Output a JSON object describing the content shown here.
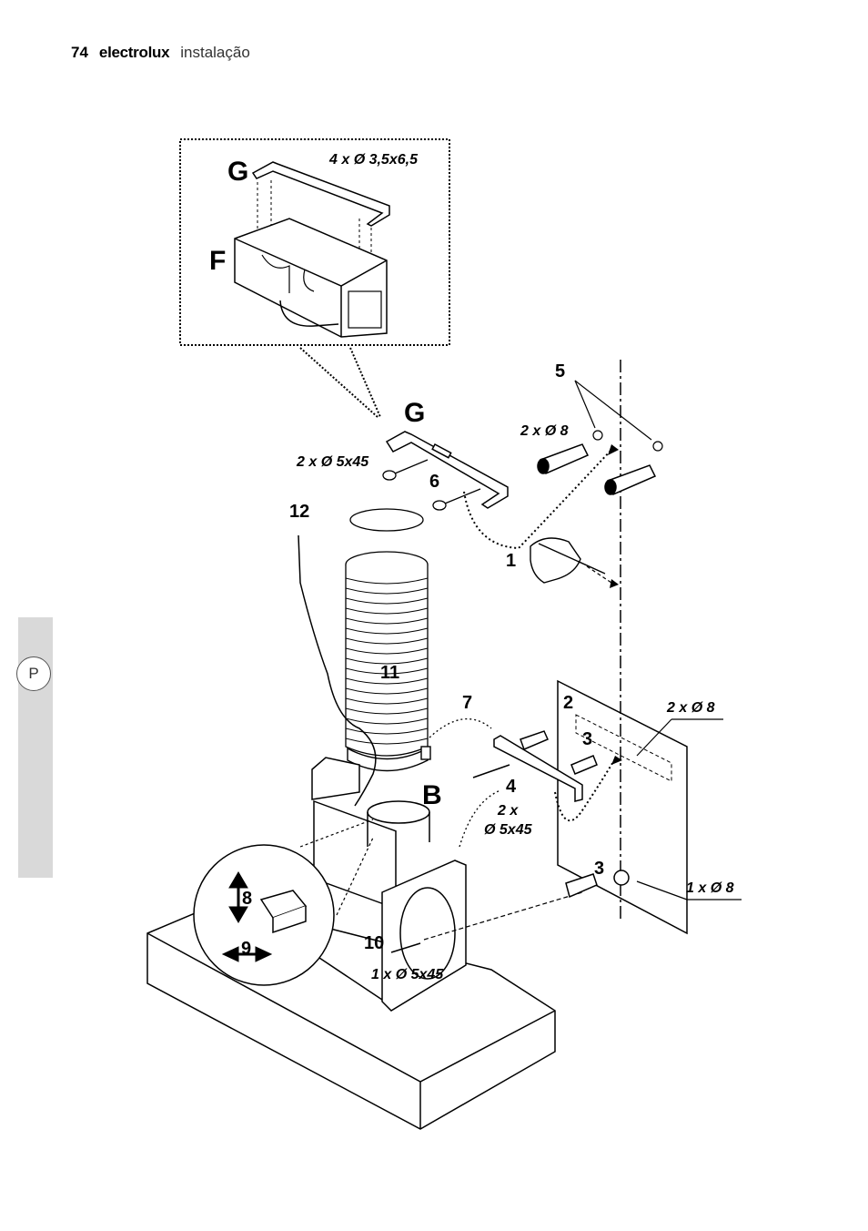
{
  "header": {
    "page_number": "74",
    "brand": "electrolux",
    "section": "instalação"
  },
  "side_tab": {
    "language": "P"
  },
  "diagram": {
    "labels": {
      "G_top": "G",
      "F": "F",
      "G_mid": "G",
      "B": "B",
      "n1": "1",
      "n2": "2",
      "n3a": "3",
      "n3b": "3",
      "n4": "4",
      "n5": "5",
      "n6": "6",
      "n7": "7",
      "n8": "8",
      "n9": "9",
      "n10": "10",
      "n11": "11",
      "n12": "12"
    },
    "specs": {
      "screws_inset": "4 x Ø 3,5x6,5",
      "plugs_top": "2 x Ø 8",
      "screws_top": "2 x Ø 5x45",
      "plugs_wall": "2 x Ø 8",
      "screws_bracket_a": "2 x",
      "screws_bracket_b": "Ø 5x45",
      "plug_single": "1 x Ø 8",
      "screw_single": "1 x Ø 5x45"
    }
  }
}
